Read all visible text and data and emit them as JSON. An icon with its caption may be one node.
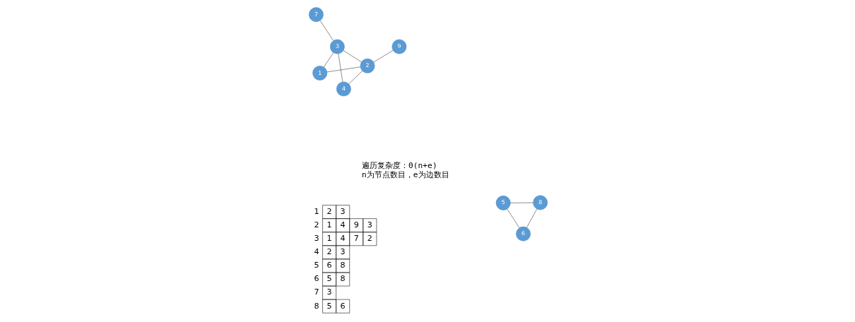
{
  "diagram": {
    "nodes": [
      {
        "text": [
          "1"
        ]
      },
      {
        "text": [
          "2"
        ]
      },
      {
        "text": [
          "3"
        ]
      },
      {
        "text": [
          "9"
        ]
      },
      {
        "text": [
          "7"
        ]
      },
      {
        "text": [
          "4"
        ]
      },
      {
        "text": [
          "6"
        ]
      },
      {
        "text": [
          "5"
        ]
      },
      {
        "text": [
          "8"
        ]
      }
    ],
    "edges": [
      {
        "from": 0,
        "to": 1,
        "arrow": "none"
      },
      {
        "from": 0,
        "to": 2,
        "arrow": "none"
      },
      {
        "from": 1,
        "to": 2,
        "arrow": "none"
      },
      {
        "from": 1,
        "to": 3,
        "arrow": "none"
      },
      {
        "from": 1,
        "to": 5,
        "arrow": "none"
      },
      {
        "from": 2,
        "to": 5,
        "arrow": "none"
      },
      {
        "from": 2,
        "to": 4,
        "arrow": "none"
      },
      {
        "from": 6,
        "to": 7,
        "arrow": "none"
      },
      {
        "from": 7,
        "to": 8,
        "arrow": "none"
      },
      {
        "from": 6,
        "to": 8,
        "arrow": "none"
      }
    ],
    "labels": [
      "1",
      "2",
      "3",
      "2",
      "1",
      "4",
      "9",
      "3",
      "3",
      "1",
      "4",
      "7",
      "2",
      "4",
      "2",
      "3",
      "5",
      "6",
      "8",
      "6",
      "5",
      "8",
      "7",
      "3",
      "8",
      "5",
      "6",
      "遍历复杂度：0(n+e)",
      "n为节点数目，e为边数目"
    ]
  }
}
